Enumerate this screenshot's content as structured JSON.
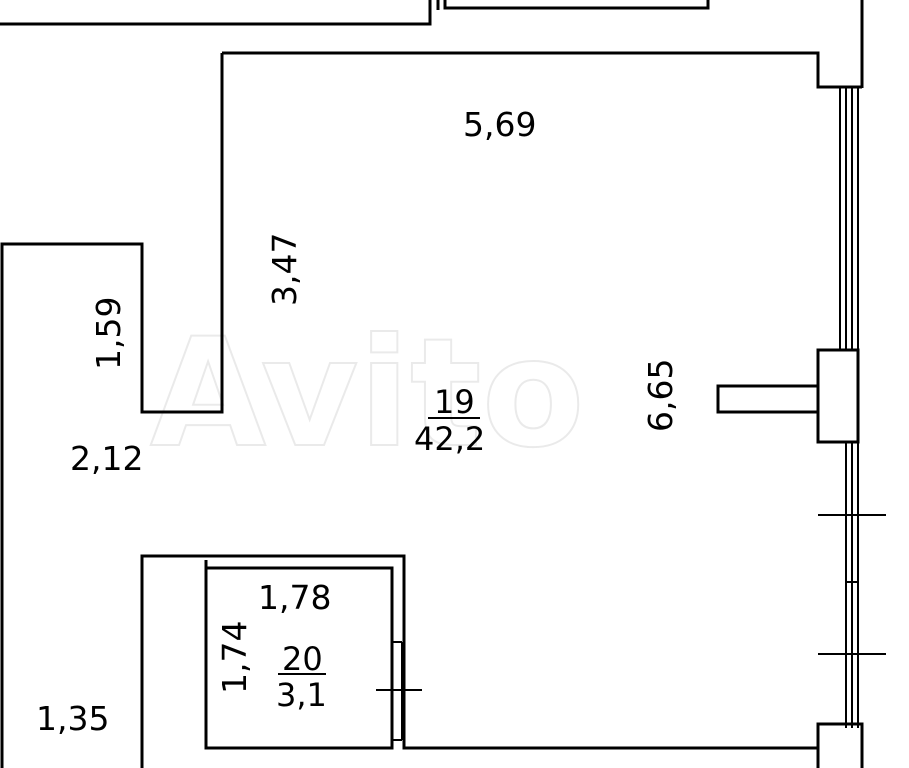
{
  "dimensions": {
    "top_width": "5,69",
    "inner_wall": "3,47",
    "right_wall": "6,65",
    "left_upper": "1,59",
    "left_mid": "2,12",
    "left_lower": "1,35",
    "wc_width": "1,78",
    "wc_height": "1,74"
  },
  "rooms": [
    {
      "number": "19",
      "area": "42,2"
    },
    {
      "number": "20",
      "area": "3,1"
    }
  ],
  "watermark": "Avito"
}
